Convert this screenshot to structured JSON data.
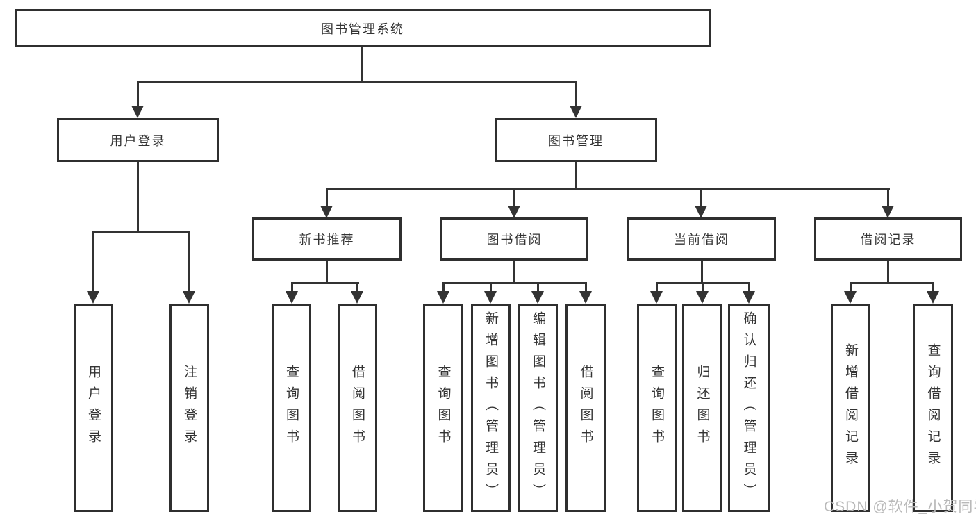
{
  "root": {
    "label": "图书管理系统"
  },
  "branches": {
    "user_login": {
      "label": "用户登录",
      "children": [
        {
          "label": "用户登录"
        },
        {
          "label": "注销登录"
        }
      ]
    },
    "book_mgmt": {
      "label": "图书管理",
      "children": [
        {
          "label": "新书推荐",
          "children": [
            {
              "label": "查询图书"
            },
            {
              "label": "借阅图书"
            }
          ]
        },
        {
          "label": "图书借阅",
          "children": [
            {
              "label": "查询图书"
            },
            {
              "label": "新增图书（管理员）"
            },
            {
              "label": "编辑图书（管理员）"
            },
            {
              "label": "借阅图书"
            }
          ]
        },
        {
          "label": "当前借阅",
          "children": [
            {
              "label": "查询图书"
            },
            {
              "label": "归还图书"
            },
            {
              "label": "确认归还（管理员）"
            }
          ]
        },
        {
          "label": "借阅记录",
          "children": [
            {
              "label": "新增借阅记录"
            },
            {
              "label": "查询借阅记录"
            }
          ]
        }
      ]
    }
  },
  "watermark": {
    "text": "CSDN @软件_小贺同学"
  },
  "colors": {
    "line": "#333333",
    "border": "#2f2f2f",
    "fill": "#ffffff",
    "text": "#333333",
    "watermark": "#b9b9b9"
  }
}
